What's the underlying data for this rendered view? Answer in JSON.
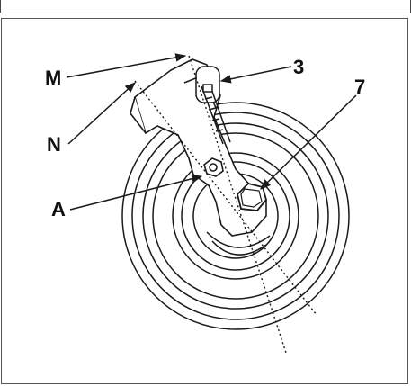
{
  "labels": {
    "m": "M",
    "n": "N",
    "a": "A",
    "three": "3",
    "seven": "7"
  },
  "colors": {
    "line": "#1a1a1a",
    "frame": "#555555"
  }
}
